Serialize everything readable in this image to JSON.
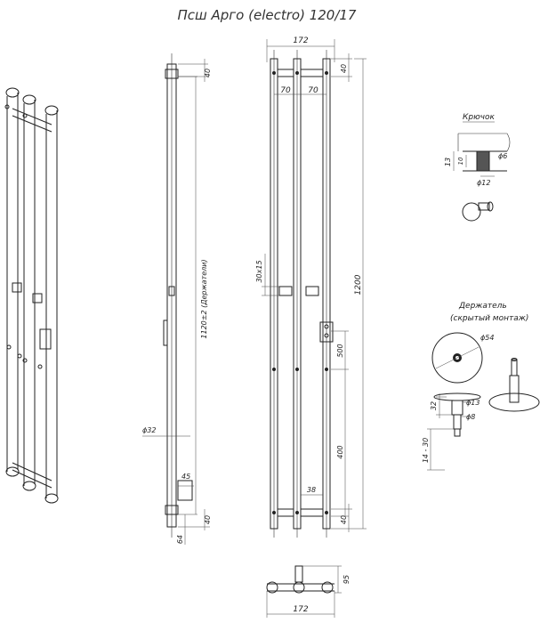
{
  "title": "Псш Арго (electro) 120/17",
  "side_view": {
    "top_label": "40",
    "holder_label": "1120±2 (Держатели)",
    "diameter_label": "ϕ32",
    "bottom_label_a": "45",
    "bottom_label_b": "40",
    "bottom_label_c": "64"
  },
  "front_view": {
    "width_label": "172",
    "spacing_left": "70",
    "spacing_right": "70",
    "top_label": "40",
    "height_label": "1200",
    "bracket_label": "30x15",
    "mid_label": "500",
    "low_label": "400",
    "base_label": "38",
    "bottom_label": "40"
  },
  "top_view": {
    "width_label": "172",
    "depth_label": "95"
  },
  "hook": {
    "title": "Крючок",
    "h_label": "13",
    "h2_label": "10",
    "d_small": "ϕ6",
    "d_large": "ϕ12"
  },
  "holder": {
    "title": "Держатель",
    "subtitle": "(скрытый монтаж)",
    "d_plate": "ϕ54",
    "h_label": "32",
    "d_mid": "ϕ13",
    "d_pin": "ϕ8",
    "range_label": "14 - 30"
  }
}
